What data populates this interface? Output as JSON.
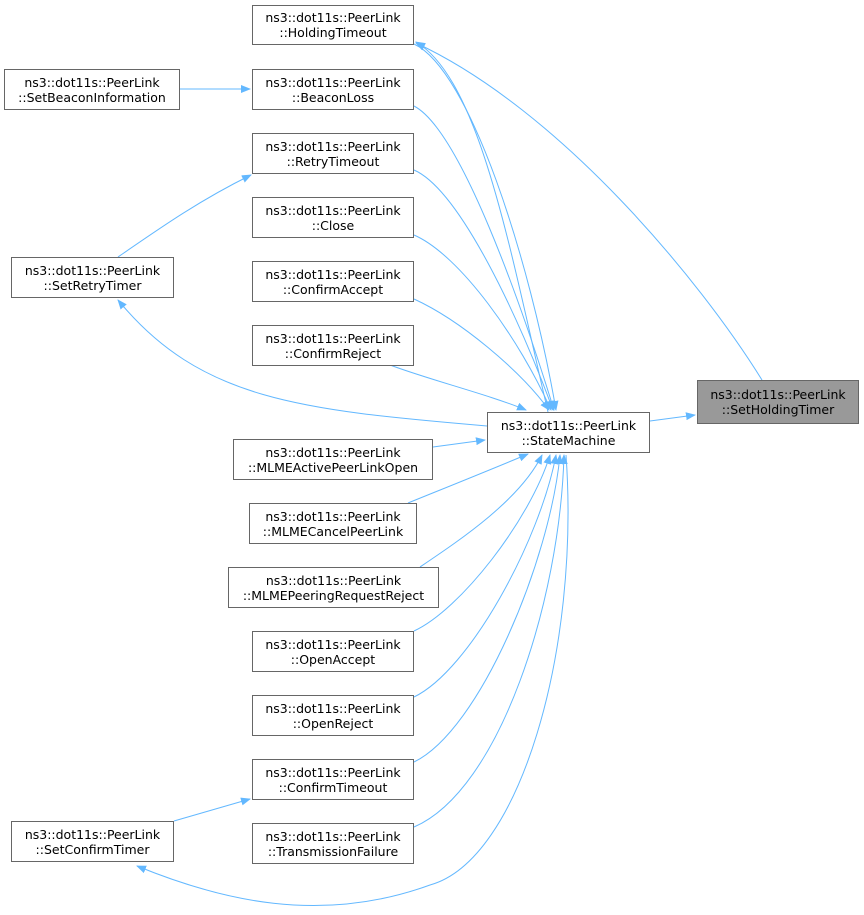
{
  "diagram": {
    "edge_color": "#63b8ff",
    "highlight_fill": "#999999",
    "nodes": [
      {
        "id": "set-holding-timer",
        "line1": "ns3::dot11s::PeerLink",
        "line2": "::SetHoldingTimer",
        "highlight": true
      },
      {
        "id": "state-machine",
        "line1": "ns3::dot11s::PeerLink",
        "line2": "::StateMachine"
      },
      {
        "id": "holding-timeout",
        "line1": "ns3::dot11s::PeerLink",
        "line2": "::HoldingTimeout"
      },
      {
        "id": "beacon-loss",
        "line1": "ns3::dot11s::PeerLink",
        "line2": "::BeaconLoss"
      },
      {
        "id": "set-beacon-information",
        "line1": "ns3::dot11s::PeerLink",
        "line2": "::SetBeaconInformation"
      },
      {
        "id": "retry-timeout",
        "line1": "ns3::dot11s::PeerLink",
        "line2": "::RetryTimeout"
      },
      {
        "id": "close",
        "line1": "ns3::dot11s::PeerLink",
        "line2": "::Close"
      },
      {
        "id": "confirm-accept",
        "line1": "ns3::dot11s::PeerLink",
        "line2": "::ConfirmAccept"
      },
      {
        "id": "confirm-reject",
        "line1": "ns3::dot11s::PeerLink",
        "line2": "::ConfirmReject"
      },
      {
        "id": "set-retry-timer",
        "line1": "ns3::dot11s::PeerLink",
        "line2": "::SetRetryTimer"
      },
      {
        "id": "mlme-active-peer-link-open",
        "line1": "ns3::dot11s::PeerLink",
        "line2": "::MLMEActivePeerLinkOpen"
      },
      {
        "id": "mlme-cancel-peer-link",
        "line1": "ns3::dot11s::PeerLink",
        "line2": "::MLMECancelPeerLink"
      },
      {
        "id": "mlme-peering-request-reject",
        "line1": "ns3::dot11s::PeerLink",
        "line2": "::MLMEPeeringRequestReject"
      },
      {
        "id": "open-accept",
        "line1": "ns3::dot11s::PeerLink",
        "line2": "::OpenAccept"
      },
      {
        "id": "open-reject",
        "line1": "ns3::dot11s::PeerLink",
        "line2": "::OpenReject"
      },
      {
        "id": "confirm-timeout",
        "line1": "ns3::dot11s::PeerLink",
        "line2": "::ConfirmTimeout"
      },
      {
        "id": "transmission-failure",
        "line1": "ns3::dot11s::PeerLink",
        "line2": "::TransmissionFailure"
      },
      {
        "id": "set-confirm-timer",
        "line1": "ns3::dot11s::PeerLink",
        "line2": "::SetConfirmTimer"
      }
    ],
    "edges": [
      {
        "from": "state-machine",
        "to": "set-holding-timer"
      },
      {
        "from": "holding-timeout",
        "to": "state-machine"
      },
      {
        "from": "state-machine",
        "to": "holding-timeout"
      },
      {
        "from": "set-holding-timer",
        "to": "holding-timeout"
      },
      {
        "from": "beacon-loss",
        "to": "state-machine"
      },
      {
        "from": "set-beacon-information",
        "to": "beacon-loss"
      },
      {
        "from": "retry-timeout",
        "to": "state-machine"
      },
      {
        "from": "set-retry-timer",
        "to": "retry-timeout"
      },
      {
        "from": "close",
        "to": "state-machine"
      },
      {
        "from": "confirm-accept",
        "to": "state-machine"
      },
      {
        "from": "confirm-reject",
        "to": "state-machine"
      },
      {
        "from": "state-machine",
        "to": "set-retry-timer"
      },
      {
        "from": "mlme-active-peer-link-open",
        "to": "state-machine"
      },
      {
        "from": "mlme-cancel-peer-link",
        "to": "state-machine"
      },
      {
        "from": "mlme-peering-request-reject",
        "to": "state-machine"
      },
      {
        "from": "open-accept",
        "to": "state-machine"
      },
      {
        "from": "open-reject",
        "to": "state-machine"
      },
      {
        "from": "confirm-timeout",
        "to": "state-machine"
      },
      {
        "from": "set-confirm-timer",
        "to": "confirm-timeout"
      },
      {
        "from": "transmission-failure",
        "to": "state-machine"
      },
      {
        "from": "state-machine",
        "to": "set-confirm-timer"
      }
    ]
  }
}
